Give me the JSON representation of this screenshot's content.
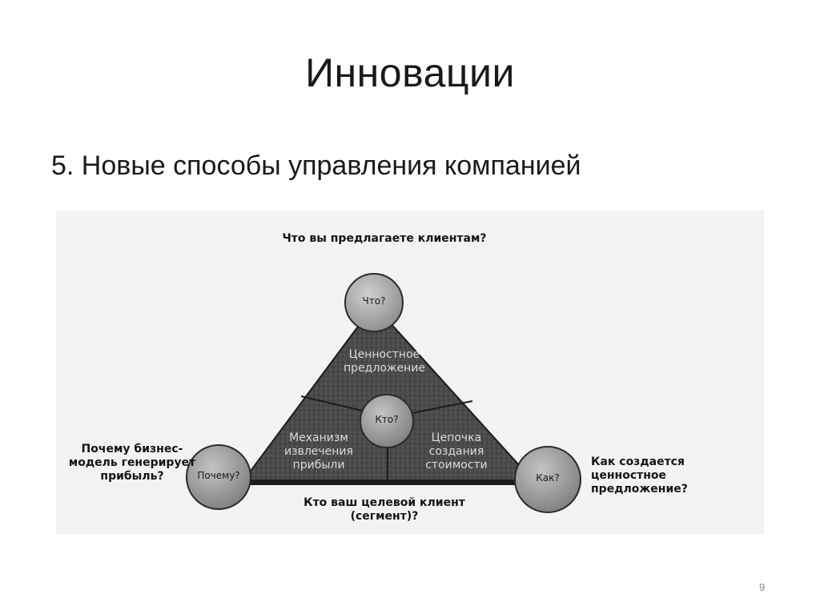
{
  "slide": {
    "title": "Инновации",
    "subtitle": "5. Новые способы управления компанией",
    "page_number": "9"
  },
  "diagram": {
    "questions": {
      "top": "Что вы предлагаете клиентам?",
      "left": "Почему бизнес-модель генерирует прибыль?",
      "right": "Как создается ценностное предложение?",
      "bottom": "Кто ваш целевой клиент (сегмент)?"
    },
    "nodes": {
      "top": "Что?",
      "center": "Кто?",
      "left": "Почему?",
      "right": "Как?"
    },
    "sectors": {
      "top": "Ценностное предложение",
      "left": "Механизм извлечения прибыли",
      "right": "Цепочка создания стоимости"
    }
  }
}
